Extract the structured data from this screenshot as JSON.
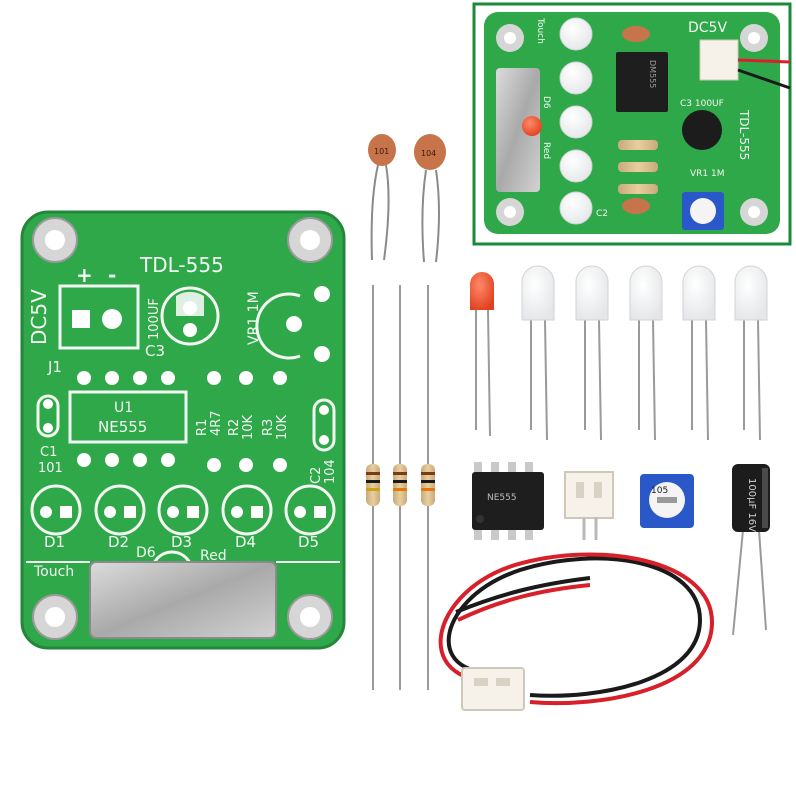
{
  "board": {
    "title": "TDL-555",
    "power_label": "DC5V",
    "plus_label": "+",
    "minus_label": "-",
    "j1": "J1",
    "c3": "C3",
    "c3_value": "100UF",
    "vr1": "VR1 1M",
    "u1": "U1",
    "ic": "NE555",
    "r1": "R1",
    "r1_value": "4R7",
    "r2": "R2",
    "r2_value": "10K",
    "r3": "R3",
    "r3_value": "10K",
    "c1": "C1",
    "c1_value": "101",
    "c2": "C2",
    "c2_value": "104",
    "leds": [
      "D1",
      "D2",
      "D3",
      "D4",
      "D5"
    ],
    "d6": "D6",
    "red": "Red",
    "touch": "Touch"
  },
  "inset": {
    "power_label": "DC5V",
    "title": "TDL-555",
    "c3_label": "C3 100UF",
    "vr1_label": "VR1 1M",
    "touch": "Touch",
    "d6": "D6",
    "red": "Red",
    "ic_marking": "DM555",
    "c2": "C2"
  },
  "parts": {
    "cap_101": "101",
    "cap_104": "104",
    "chip_marking": "NE555",
    "trimmer": "105",
    "electrolytic": "100µF 16V"
  },
  "colors": {
    "pcb": "#2fa84a",
    "silk": "#f2f7f2",
    "inset_border": "#1a8a3a",
    "wire_red": "#d8202a",
    "wire_black": "#1a1a1a"
  }
}
